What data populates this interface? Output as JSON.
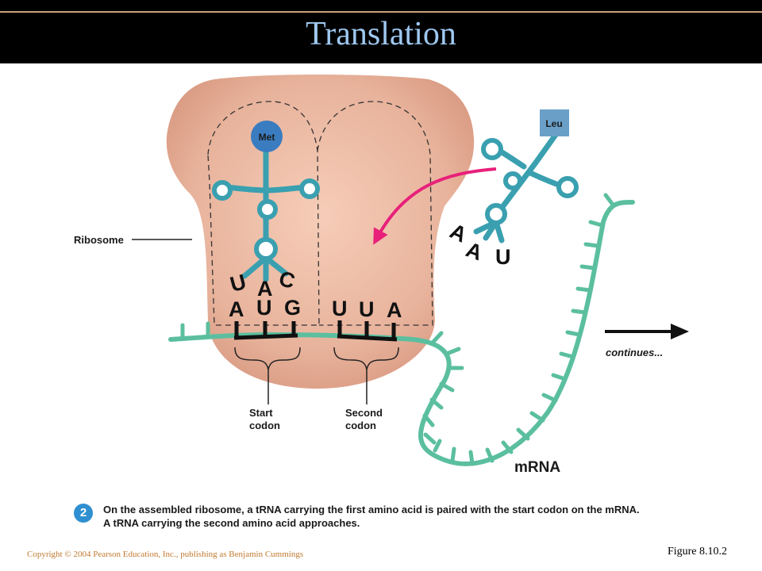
{
  "title": "Translation",
  "labels": {
    "ribosome": "Ribosome",
    "met": "Met",
    "leu": "Leu",
    "anticodon_1": [
      "U",
      "A",
      "C"
    ],
    "anticodon_2": [
      "A",
      "A",
      "U"
    ],
    "start_codon_bases": [
      "A",
      "U",
      "G"
    ],
    "second_codon_bases": [
      "U",
      "U",
      "A"
    ],
    "start_codon_label": [
      "Start",
      "codon"
    ],
    "second_codon_label": [
      "Second",
      "codon"
    ],
    "mrna": "mRNA",
    "continues": "continues..."
  },
  "caption": {
    "step": "2",
    "lines": [
      "On the assembled ribosome, a tRNA carrying the first amino acid is paired with the start codon on the mRNA.",
      "A tRNA carrying the second amino acid approaches."
    ]
  },
  "footer": {
    "copyright": "Copyright © 2004 Pearson Education, Inc., publishing as Benjamin Cummings",
    "figure_ref": "Figure 8.10.2"
  },
  "colors": {
    "header_bg": "#000000",
    "title": "#9ec8f0",
    "trna": "#3aa0b0",
    "mrna": "#5bbf9f",
    "ribosome": "#e2a890",
    "arrow": "#e8207a",
    "met": "#3a7cc0",
    "leu": "#6aa0c8"
  }
}
